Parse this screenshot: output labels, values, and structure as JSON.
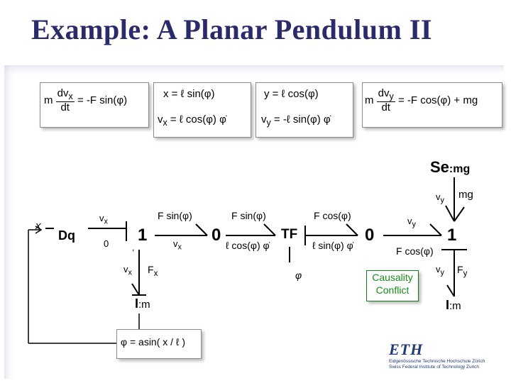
{
  "title": "Example: A Planar Pendulum II",
  "equations": {
    "eq1_m": "m",
    "eq1_num": "dv",
    "eq1_num_sub": "x",
    "eq1_den": "dt",
    "eq1_rhs": "= -F sin(φ)",
    "eq2a": "x = ℓ sin(φ)",
    "eq2b": "v",
    "eq2b_sub": "x",
    "eq2b_rhs": " = ℓ cos(φ) φ̇",
    "eq3a": "y = ℓ cos(φ)",
    "eq3b": "v",
    "eq3b_sub": "y",
    "eq3b_rhs": " = -ℓ sin(φ) φ̇",
    "eq4_m": "m",
    "eq4_num": "dv",
    "eq4_num_sub": "y",
    "eq4_den": "dt",
    "eq4_rhs": "= -F cos(φ) + mg"
  },
  "diagram": {
    "se": "Se",
    "se_param": ":mg",
    "vy_top": "v",
    "vy_top_sub": "y",
    "mg": "mg",
    "x_label": "x",
    "dq": "Dq",
    "vx_1": "v",
    "vx_1_sub": "x",
    "zero_1": "0",
    "one_left": "1",
    "tick": ",",
    "fsin_1": "F sin(φ)",
    "vx_2": "v",
    "vx_2_sub": "x",
    "vx_3": "v",
    "vx_3_sub": "x",
    "fx": "F",
    "fx_sub": "x",
    "i_left": "I",
    "i_left_param": ":m",
    "zero_junction_1": "0",
    "fsin_2": "F sin(φ)",
    "lcos": "ℓ cos(φ) φ̇",
    "tf": "TF",
    "fcos_1": "F cos(φ)",
    "lsin": "ℓ sin(φ) φ̇",
    "phi": "φ",
    "zero_junction_2": "0",
    "vy_2": "v",
    "vy_2_sub": "y",
    "fcos_2": "F cos(φ)",
    "one_right": "1",
    "vy_3": "v",
    "vy_3_sub": "y",
    "fy": "F",
    "fy_sub": "y",
    "i_right": "I",
    "i_right_param": ":m",
    "asin_box": "φ = asin( x / ℓ )",
    "causality_line1": "Causality",
    "causality_line2": "Conflict"
  },
  "footer": {
    "eth_logo": "ETH",
    "eth_line1": "Eidgenössische Technische Hochschule Zürich",
    "eth_line2": "Swiss Federal Institute of Technology Zurich"
  },
  "colors": {
    "title": "#2b2b6b",
    "causality": "#1a8a1a",
    "eth": "#1f3a78"
  }
}
